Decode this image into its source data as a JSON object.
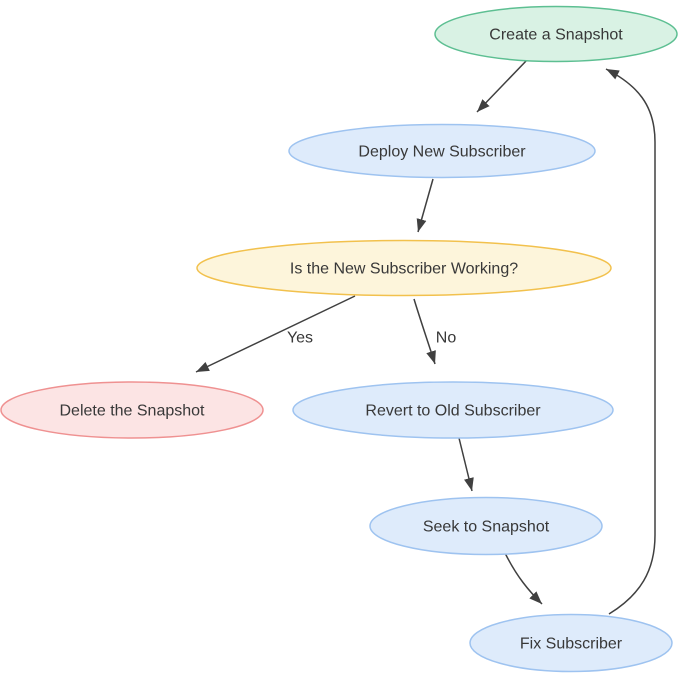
{
  "diagram": {
    "style": {
      "background": "#ffffff",
      "edge_color": "#404040",
      "text_color": "#383838"
    },
    "nodes": [
      {
        "id": "create-snapshot",
        "label": "Create a Snapshot",
        "fill": "#d9f2e4",
        "stroke": "#5dbf92"
      },
      {
        "id": "deploy-new-subscriber",
        "label": "Deploy New Subscriber",
        "fill": "#deebfb",
        "stroke": "#9ec3f0"
      },
      {
        "id": "is-new-subscriber-working",
        "label": "Is the New Subscriber Working?",
        "fill": "#fdf5db",
        "stroke": "#f2c14d"
      },
      {
        "id": "delete-snapshot",
        "label": "Delete the Snapshot",
        "fill": "#fce4e4",
        "stroke": "#ef9191"
      },
      {
        "id": "revert-old-subscriber",
        "label": "Revert to Old Subscriber",
        "fill": "#deebfb",
        "stroke": "#9ec3f0"
      },
      {
        "id": "seek-to-snapshot",
        "label": "Seek to Snapshot",
        "fill": "#deebfb",
        "stroke": "#9ec3f0"
      },
      {
        "id": "fix-subscriber",
        "label": "Fix Subscriber",
        "fill": "#deebfb",
        "stroke": "#9ec3f0"
      }
    ],
    "edges": [
      {
        "from": "create-snapshot",
        "to": "deploy-new-subscriber",
        "label": ""
      },
      {
        "from": "deploy-new-subscriber",
        "to": "is-new-subscriber-working",
        "label": ""
      },
      {
        "from": "is-new-subscriber-working",
        "to": "delete-snapshot",
        "label": "Yes"
      },
      {
        "from": "is-new-subscriber-working",
        "to": "revert-old-subscriber",
        "label": "No"
      },
      {
        "from": "revert-old-subscriber",
        "to": "seek-to-snapshot",
        "label": ""
      },
      {
        "from": "seek-to-snapshot",
        "to": "fix-subscriber",
        "label": ""
      },
      {
        "from": "fix-subscriber",
        "to": "create-snapshot",
        "label": ""
      }
    ]
  }
}
